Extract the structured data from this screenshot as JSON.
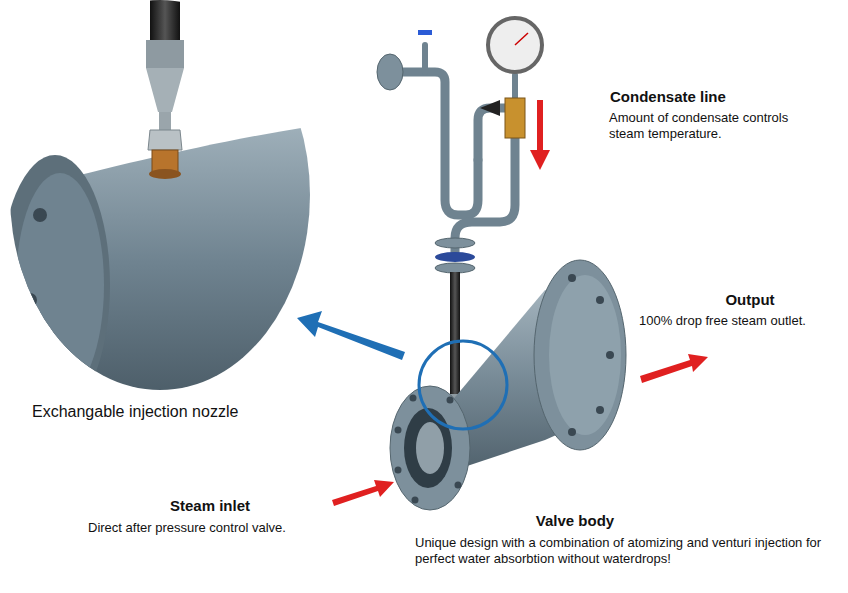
{
  "diagram": {
    "labels": [
      "Condensate line",
      "Amount of condensate controls steam temperature.",
      "Output",
      "100% drop free steam outlet.",
      "Exchangable injection nozzle",
      "Steam inlet",
      "Direct after pressure control valve.",
      "Valve body",
      "Unique design with a combination of atomizing and venturi injection for perfect water absorbtion without waterdrops!"
    ]
  }
}
